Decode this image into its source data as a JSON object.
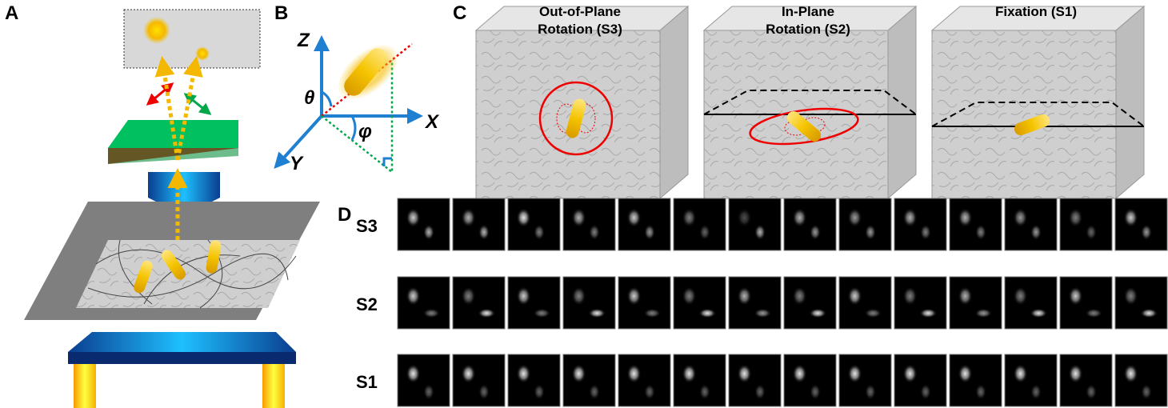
{
  "panels": {
    "a": "A",
    "b": "B",
    "c": "C",
    "d": "D"
  },
  "axes": {
    "z": "Z",
    "x": "X",
    "y": "Y",
    "theta": "θ",
    "phi": "φ"
  },
  "cubes": [
    {
      "line1": "Out-of-Plane",
      "line2": "Rotation (S3)"
    },
    {
      "line1": "In-Plane",
      "line2": "Rotation (S2)"
    },
    {
      "line1": "Fixation (S1)",
      "line2": ""
    }
  ],
  "rows": [
    {
      "label": "S3",
      "spot2": [
        0.6,
        0.65
      ],
      "intensity1": [
        0.8,
        0.7,
        0.9,
        0.7,
        0.8,
        0.5,
        0.3,
        0.7,
        0.6,
        0.7,
        0.7,
        0.6,
        0.5,
        0.8
      ],
      "intensity2": [
        0.7,
        0.7,
        0.5,
        0.5,
        0.6,
        0.4,
        0.7,
        0.6,
        0.6,
        0.5,
        0.5,
        0.6,
        0.4,
        0.6
      ]
    },
    {
      "label": "S2",
      "spot2": [
        0.65,
        0.7
      ],
      "intensity1": [
        0.8,
        0.5,
        0.8,
        0.5,
        0.8,
        0.5,
        0.7,
        0.5,
        0.8,
        0.5,
        0.7,
        0.5,
        0.8,
        0.5
      ],
      "intensity2": [
        0.5,
        0.9,
        0.5,
        0.9,
        0.5,
        0.9,
        0.6,
        0.9,
        0.5,
        0.9,
        0.6,
        0.9,
        0.5,
        0.9
      ]
    },
    {
      "label": "S1",
      "spot2": [
        0.6,
        0.72
      ],
      "intensity1": [
        0.9,
        0.9,
        0.9,
        0.9,
        0.9,
        0.9,
        0.9,
        0.9,
        0.9,
        0.9,
        0.9,
        0.9,
        0.9,
        0.9
      ],
      "intensity2": [
        0.4,
        0.4,
        0.4,
        0.4,
        0.4,
        0.4,
        0.4,
        0.4,
        0.4,
        0.4,
        0.4,
        0.4,
        0.4,
        0.4
      ]
    }
  ],
  "colors": {
    "gold": "#f5c400",
    "blue": "#1f7fd0",
    "red": "#ee0000",
    "green": "#00b050"
  }
}
